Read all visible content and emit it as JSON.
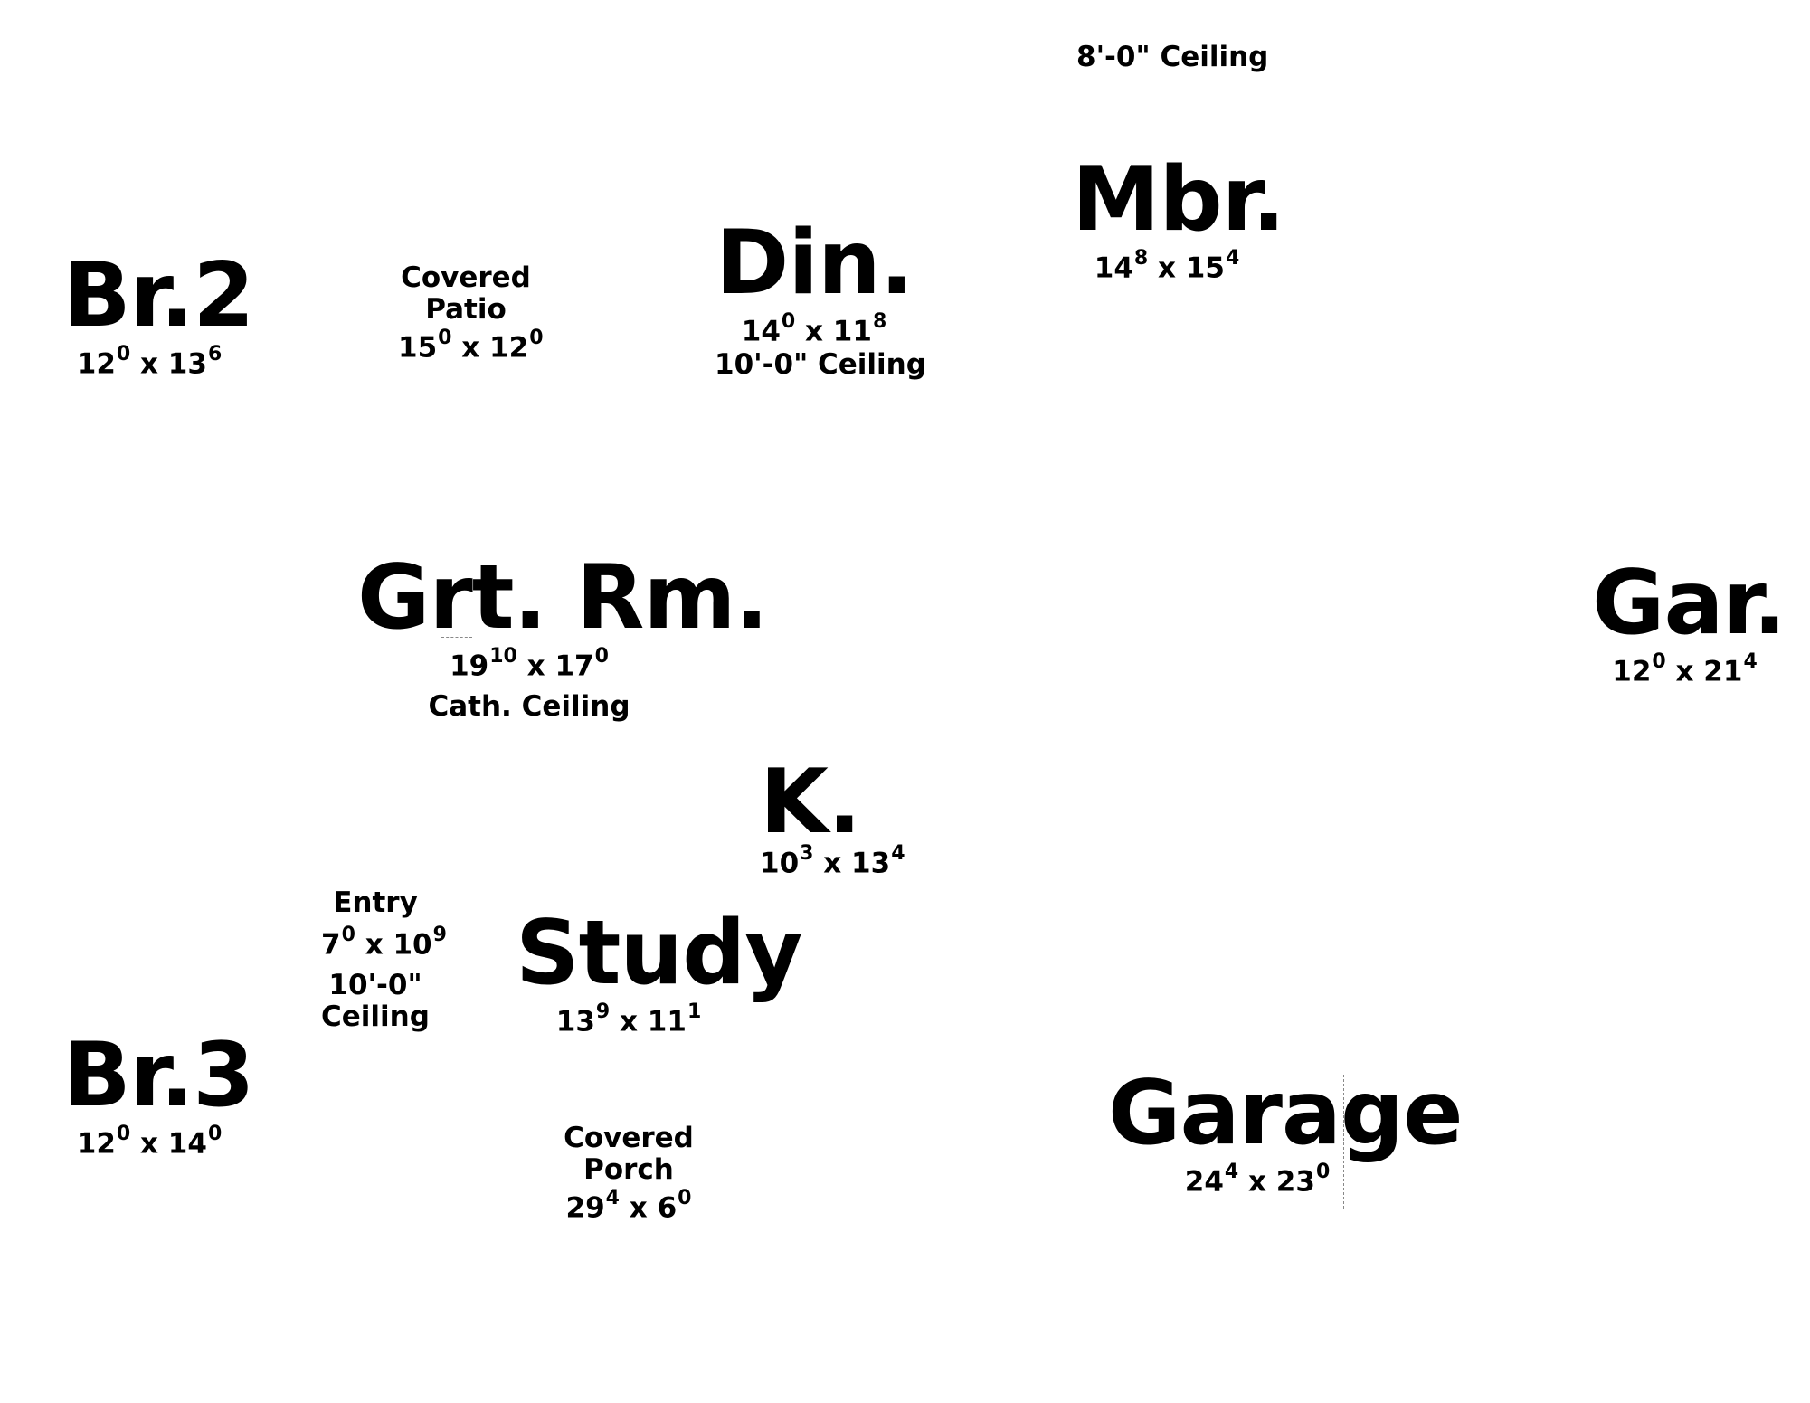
{
  "mbr_ceiling_note": "8'-0\" Ceiling",
  "rooms": {
    "br2": {
      "name": "Br.2",
      "w": "12",
      "w_in": "0",
      "x": "x",
      "h": "13",
      "h_in": "6"
    },
    "patio": {
      "name_l1": "Covered",
      "name_l2": "Patio",
      "w": "15",
      "w_in": "0",
      "x": "x",
      "h": "12",
      "h_in": "0"
    },
    "din": {
      "name": "Din.",
      "w": "14",
      "w_in": "0",
      "x": "x",
      "h": "11",
      "h_in": "8",
      "note": "10'-0\" Ceiling"
    },
    "mbr": {
      "name": "Mbr.",
      "w": "14",
      "w_in": "8",
      "x": "x",
      "h": "15",
      "h_in": "4"
    },
    "grt": {
      "name": "Grt. Rm.",
      "w": "19",
      "w_in": "10",
      "x": "x",
      "h": "17",
      "h_in": "0",
      "note": "Cath. Ceiling"
    },
    "gar": {
      "name": "Gar.",
      "w": "12",
      "w_in": "0",
      "x": "x",
      "h": "21",
      "h_in": "4"
    },
    "k": {
      "name": "K.",
      "w": "10",
      "w_in": "3",
      "x": "x",
      "h": "13",
      "h_in": "4"
    },
    "entry": {
      "name": "Entry",
      "w": "7",
      "w_in": "0",
      "x": "x",
      "h": "10",
      "h_in": "9",
      "note_l1": "10'-0\"",
      "note_l2": "Ceiling"
    },
    "study": {
      "name": "Study",
      "w": "13",
      "w_in": "9",
      "x": "x",
      "h": "11",
      "h_in": "1"
    },
    "br3": {
      "name": "Br.3",
      "w": "12",
      "w_in": "0",
      "x": "x",
      "h": "14",
      "h_in": "0"
    },
    "porch": {
      "name_l1": "Covered",
      "name_l2": "Porch",
      "w": "29",
      "w_in": "4",
      "x": "x",
      "h": "6",
      "h_in": "0"
    },
    "garage": {
      "name": "Garage",
      "w": "24",
      "w_in": "4",
      "x": "x",
      "h": "23",
      "h_in": "0"
    }
  }
}
